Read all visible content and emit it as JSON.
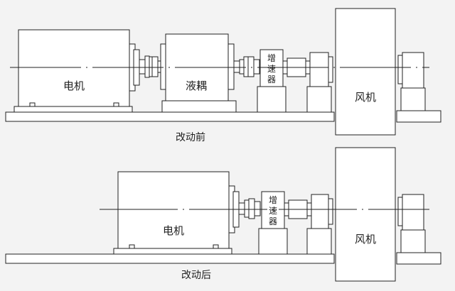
{
  "diagram": {
    "top": {
      "motor_label": "电机",
      "coupling_label": "液耦",
      "gearbox_label": [
        "增",
        "速",
        "器"
      ],
      "fan_label": "风机",
      "caption": "改动前"
    },
    "bottom": {
      "motor_label": "电机",
      "gearbox_label": [
        "增",
        "速",
        "器"
      ],
      "fan_label": "风机",
      "caption": "改动后"
    },
    "colors": {
      "background": "#f3f3f3",
      "fill": "#ffffff",
      "stroke": "#222222"
    }
  }
}
